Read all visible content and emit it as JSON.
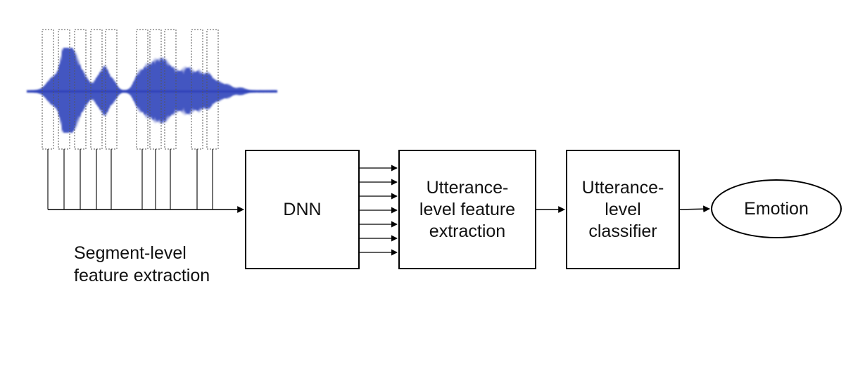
{
  "segment_label": {
    "line1": "Segment-level",
    "line2": "feature extraction"
  },
  "dnn": {
    "label": "DNN"
  },
  "utterance_feature": {
    "line1": "Utterance-",
    "line2": "level feature",
    "line3": "extraction"
  },
  "utterance_classifier": {
    "line1": "Utterance-",
    "line2": "level",
    "line3": "classifier"
  },
  "emotion": {
    "label": "Emotion"
  },
  "colors": {
    "waveform": "#2b3fb8",
    "line": "#000000",
    "dash": "#555555"
  }
}
